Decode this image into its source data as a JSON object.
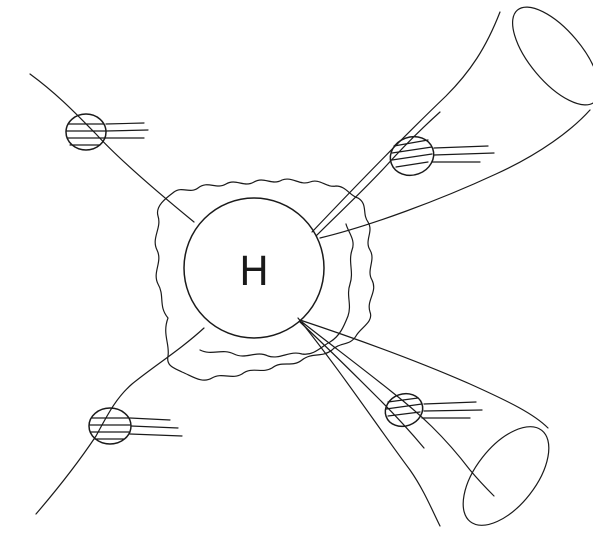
{
  "hub": {
    "label": "H"
  },
  "colors": {
    "ink": "#1a1a1a",
    "background": "#ffffff"
  },
  "objects": [
    {
      "name": "hub-circle",
      "icon": "circle-icon"
    },
    {
      "name": "wavy-shell",
      "icon": "wavy-outline-icon"
    },
    {
      "name": "jet-cone-upper-right",
      "icon": "cone-icon"
    },
    {
      "name": "jet-cone-lower-right",
      "icon": "cone-icon"
    },
    {
      "name": "striped-particle",
      "icon": "striped-ball-icon",
      "count": 4
    }
  ]
}
